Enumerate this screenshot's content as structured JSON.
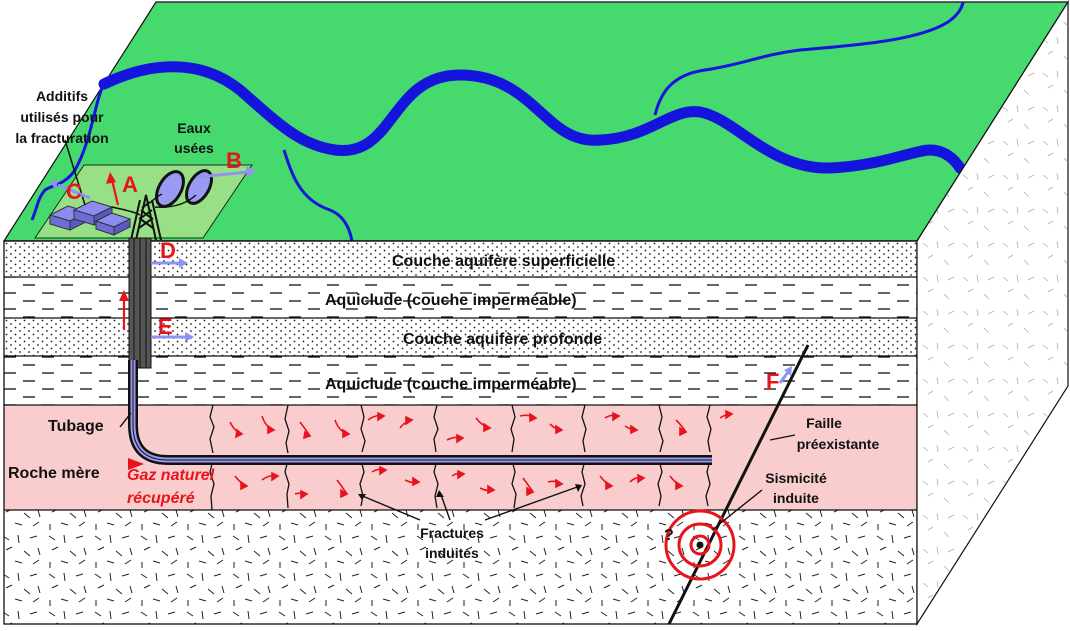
{
  "labels": {
    "layer_shallow_aquifer": "Couche aquifère superficielle",
    "layer_aquiclude_1": "Aquiclude (couche imperméable)",
    "layer_deep_aquifer": "Couche aquifère profonde",
    "layer_aquiclude_2": "Aquiclude (couche imperméable)",
    "source_rock": "Roche mère",
    "casing": "Tubage",
    "gas_line1": "Gaz naturel",
    "gas_line2": "récupéré",
    "additives_line1": "Additifs",
    "additives_line2": "utilisés pour",
    "additives_line3": "la fracturation",
    "wastewater_line1": "Eaux",
    "wastewater_line2": "usées",
    "fault_line1": "Faille",
    "fault_line2": "préexistante",
    "seismicity_line1": "Sismicité",
    "seismicity_line2": "induite",
    "fractures_line1": "Fractures",
    "fractures_line2": "induites",
    "question_mark": "?",
    "marker_a": "A",
    "marker_b": "B",
    "marker_c": "C",
    "marker_d": "D",
    "marker_e": "E",
    "marker_f": "F"
  },
  "colors": {
    "ground": "#46d96e",
    "river": "#1414dc",
    "source_rock": "#f9cccd",
    "marker": "#e8141c",
    "leak_arrow": "#8f94f0",
    "pad": "#a6e28a"
  }
}
